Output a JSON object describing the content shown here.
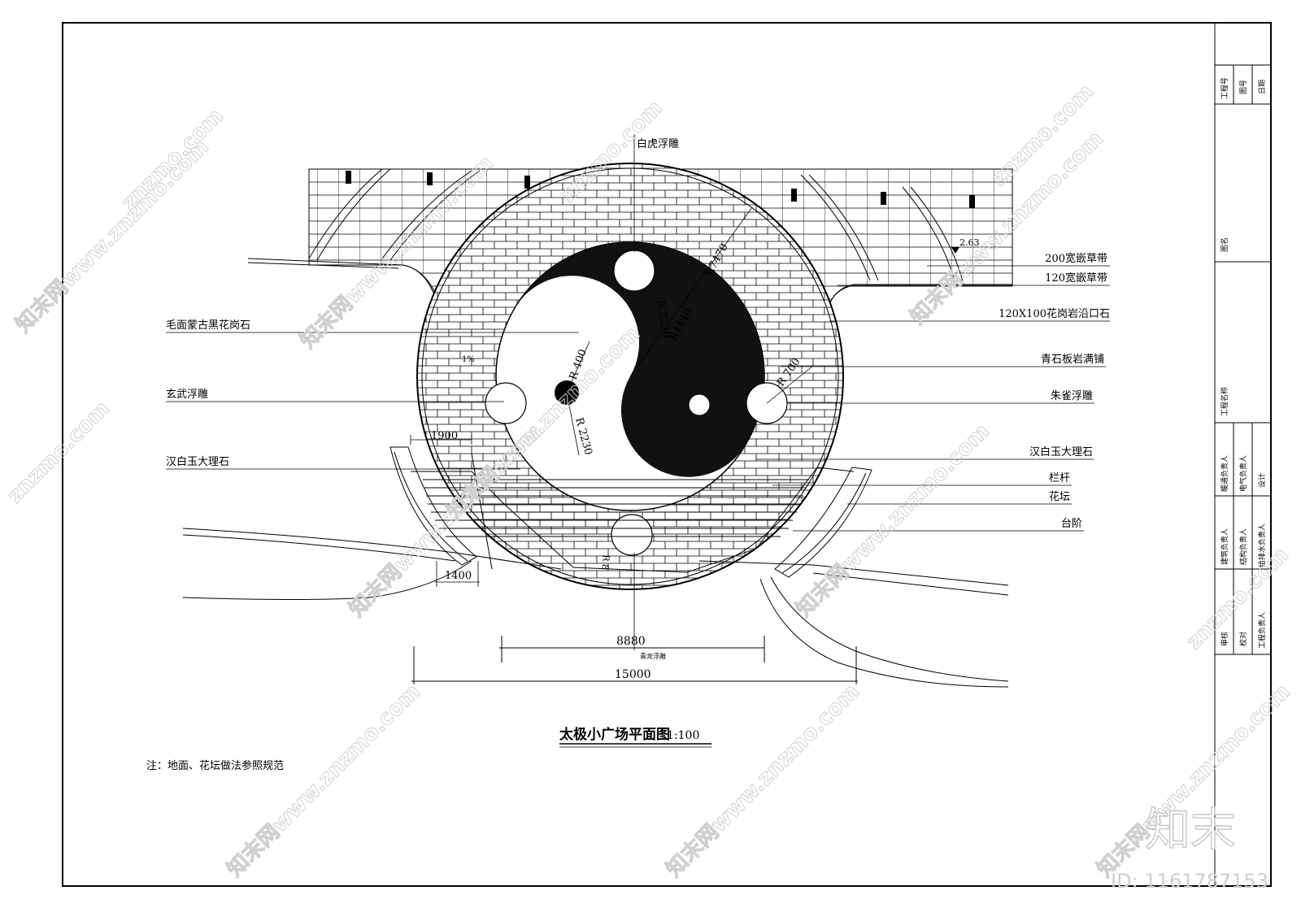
{
  "drawing_title": "太极小广场平面图",
  "drawing_scale": "1:100",
  "note": "注：地面、花坛做法参照规范",
  "labels_left": [
    "毛面蒙古黑花岗石",
    "玄武浮雕",
    "汉白玉大理石"
  ],
  "labels_right": [
    "200宽嵌草带",
    "120宽嵌草带",
    "120X100花岗岩沿口石",
    "青石板岩满铺",
    "朱雀浮雕",
    "汉白玉大理石",
    "栏杆",
    "花坛",
    "台阶"
  ],
  "label_top": "白虎浮雕",
  "label_bottom": "青龙浮雕",
  "dims": {
    "d8880": "8880",
    "d15000": "15000",
    "d1900": "1900",
    "d1400": "1400",
    "r400": "R 400",
    "r2230a": "R 2230",
    "r2230b": "R 2230",
    "r4440": "R4440",
    "r7470": "R7470",
    "r700": "R 700",
    "elev": "2.63",
    "slope": "1%",
    "r8": "R 8"
  },
  "title_block": {
    "project_no": "工程号",
    "drawing_no": "图号",
    "date": "日期",
    "drawing_name": "图名",
    "project_name": "工程名称",
    "roles_a": [
      "暖通负责人",
      "电气负责人",
      "设计"
    ],
    "roles_b": [
      "建筑负责人",
      "结构负责人",
      "给排水负责人"
    ],
    "roles_c": [
      "审核",
      "校对",
      "工程负责人"
    ]
  },
  "watermark": {
    "site": "znzmo.com",
    "url": "知末网www.znzmo.com",
    "brand": "知末",
    "id": "ID: 1161787153"
  }
}
